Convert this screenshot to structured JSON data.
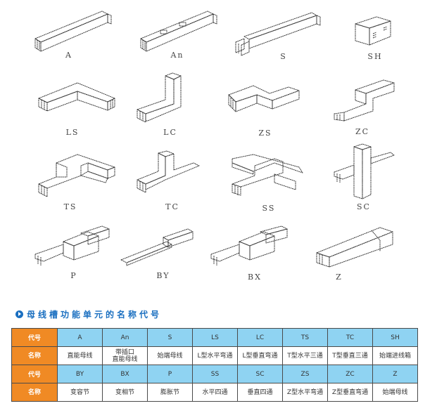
{
  "diagrams": [
    {
      "code": "A",
      "label": "A"
    },
    {
      "code": "An",
      "label": "An"
    },
    {
      "code": "S",
      "label": "S"
    },
    {
      "code": "SH",
      "label": "SH"
    },
    {
      "code": "LS",
      "label": "LS"
    },
    {
      "code": "LC",
      "label": "LC"
    },
    {
      "code": "ZS",
      "label": "ZS"
    },
    {
      "code": "ZC",
      "label": "ZC"
    },
    {
      "code": "TS",
      "label": "TS"
    },
    {
      "code": "TC",
      "label": "TC"
    },
    {
      "code": "SS",
      "label": "SS"
    },
    {
      "code": "SC",
      "label": "SC"
    },
    {
      "code": "P",
      "label": "P"
    },
    {
      "code": "BY",
      "label": "BY"
    },
    {
      "code": "BX",
      "label": "BX"
    },
    {
      "code": "Z",
      "label": "Z"
    }
  ],
  "section": {
    "icon": "play-circle-icon",
    "title": "母线槽功能单元的名称代号"
  },
  "table": {
    "code_header": "代号",
    "name_header": "名称",
    "colors": {
      "header_bg": "#f08a24",
      "code_row_bg": "#8fd3f2",
      "name_row_bg": "#ffffff",
      "title_color": "#1a6fc0"
    },
    "rows": [
      {
        "codes": [
          "A",
          "An",
          "S",
          "LS",
          "LC",
          "TS",
          "TC",
          "SH"
        ],
        "names": [
          "直能母线",
          "带插口\n直能母线",
          "始端母线",
          "L型水平弯通",
          "L型垂直弯通",
          "T型水平三通",
          "T型垂直三通",
          "始端进线箱"
        ]
      },
      {
        "codes": [
          "BY",
          "BX",
          "P",
          "SS",
          "SC",
          "ZS",
          "ZC",
          "Z"
        ],
        "names": [
          "变容节",
          "变相节",
          "膨胀节",
          "水平四通",
          "垂直四通",
          "Z型水平弯通",
          "Z型垂直弯通",
          "始端母线"
        ]
      }
    ]
  }
}
